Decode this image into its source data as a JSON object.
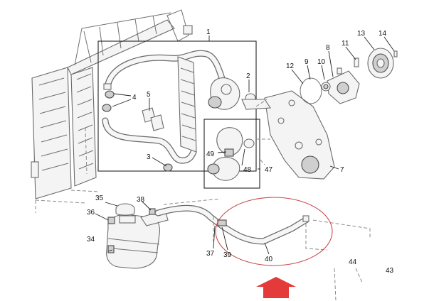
{
  "callouts": {
    "c1": "1",
    "c2": "2",
    "c3": "3",
    "c4": "4",
    "c5": "5",
    "c7": "7",
    "c8": "8",
    "c9": "9",
    "c10": "10",
    "c11": "11",
    "c12": "12",
    "c13": "13",
    "c14": "14",
    "c34": "34",
    "c35": "35",
    "c36": "36",
    "c37": "37",
    "c38": "38",
    "c39": "39",
    "c40": "40",
    "c43": "43",
    "c44": "44",
    "c47": "47",
    "c48": "48",
    "c49": "49"
  },
  "colors": {
    "highlight_ellipse": "#c94a4a",
    "pointer_arrow": "#e53a3a"
  }
}
